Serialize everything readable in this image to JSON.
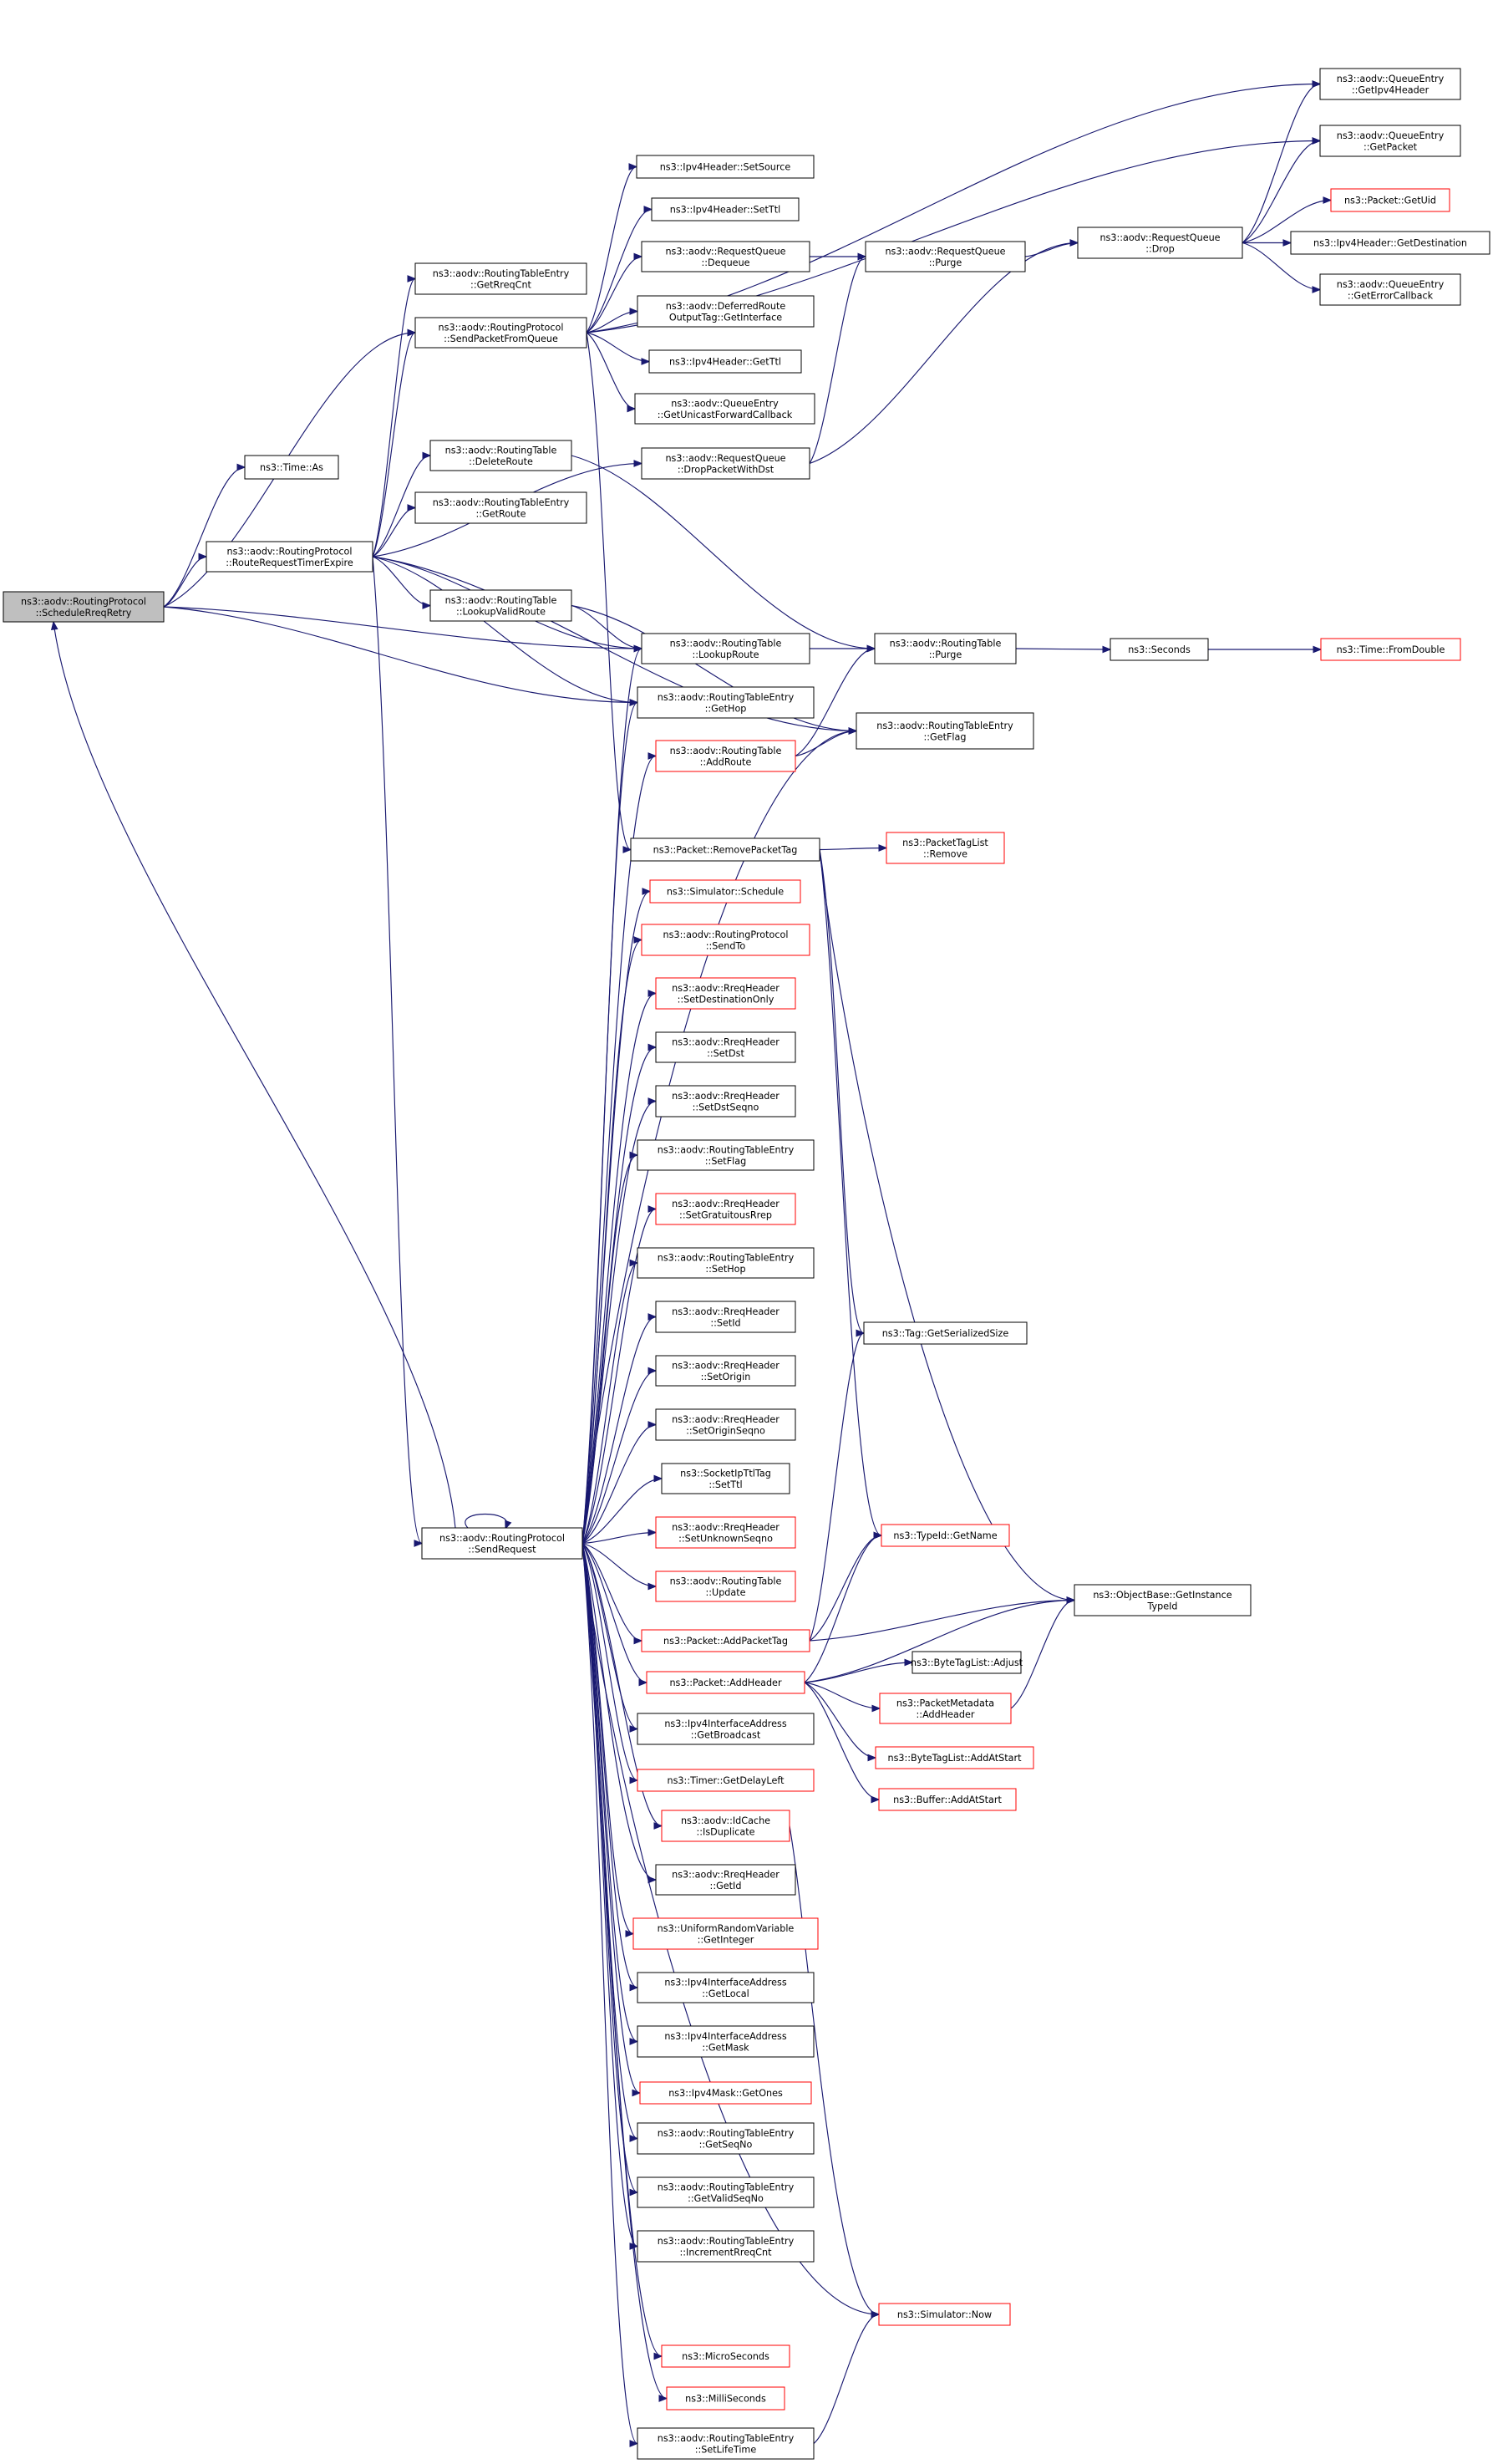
{
  "colors": {
    "edge": "#191970",
    "node_border_black": "#000000",
    "node_border_red": "#ff0000",
    "root_fill": "#bfbfbf",
    "node_fill": "#ffffff"
  },
  "nodes": [
    {
      "id": "schedrreq",
      "lines": [
        "ns3::aodv::RoutingProtocol",
        "::ScheduleRreqRetry"
      ],
      "border": "black",
      "root": true
    },
    {
      "id": "timeas",
      "lines": [
        "ns3::Time::As"
      ],
      "border": "black"
    },
    {
      "id": "rrte",
      "lines": [
        "ns3::aodv::RoutingProtocol",
        "::RouteRequestTimerExpire"
      ],
      "border": "black"
    },
    {
      "id": "getrreqcnt",
      "lines": [
        "ns3::aodv::RoutingTableEntry",
        "::GetRreqCnt"
      ],
      "border": "black"
    },
    {
      "id": "spfq",
      "lines": [
        "ns3::aodv::RoutingProtocol",
        "::SendPacketFromQueue"
      ],
      "border": "black"
    },
    {
      "id": "deleteroute",
      "lines": [
        "ns3::aodv::RoutingTable",
        "::DeleteRoute"
      ],
      "border": "black"
    },
    {
      "id": "getroute",
      "lines": [
        "ns3::aodv::RoutingTableEntry",
        "::GetRoute"
      ],
      "border": "black"
    },
    {
      "id": "lookupvalid",
      "lines": [
        "ns3::aodv::RoutingTable",
        "::LookupValidRoute"
      ],
      "border": "black"
    },
    {
      "id": "sendrequest",
      "lines": [
        "ns3::aodv::RoutingProtocol",
        "::SendRequest"
      ],
      "border": "black"
    },
    {
      "id": "setsource",
      "lines": [
        "ns3::Ipv4Header::SetSource"
      ],
      "border": "black"
    },
    {
      "id": "setttl_ip",
      "lines": [
        "ns3::Ipv4Header::SetTtl"
      ],
      "border": "black"
    },
    {
      "id": "dequeue",
      "lines": [
        "ns3::aodv::RequestQueue",
        "::Dequeue"
      ],
      "border": "black"
    },
    {
      "id": "deferred",
      "lines": [
        "ns3::aodv::DeferredRoute",
        "OutputTag::GetInterface"
      ],
      "border": "black"
    },
    {
      "id": "getttl",
      "lines": [
        "ns3::Ipv4Header::GetTtl"
      ],
      "border": "black"
    },
    {
      "id": "getucb",
      "lines": [
        "ns3::aodv::QueueEntry",
        "::GetUnicastForwardCallback"
      ],
      "border": "black"
    },
    {
      "id": "dropwithdst",
      "lines": [
        "ns3::aodv::RequestQueue",
        "::DropPacketWithDst"
      ],
      "border": "black"
    },
    {
      "id": "lookuproute",
      "lines": [
        "ns3::aodv::RoutingTable",
        "::LookupRoute"
      ],
      "border": "black"
    },
    {
      "id": "gethop",
      "lines": [
        "ns3::aodv::RoutingTableEntry",
        "::GetHop"
      ],
      "border": "black"
    },
    {
      "id": "addroute",
      "lines": [
        "ns3::aodv::RoutingTable",
        "::AddRoute"
      ],
      "border": "red"
    },
    {
      "id": "removepackettag",
      "lines": [
        "ns3::Packet::RemovePacketTag"
      ],
      "border": "black"
    },
    {
      "id": "schedule",
      "lines": [
        "ns3::Simulator::Schedule"
      ],
      "border": "red"
    },
    {
      "id": "sendto",
      "lines": [
        "ns3::aodv::RoutingProtocol",
        "::SendTo"
      ],
      "border": "red"
    },
    {
      "id": "setdestonly",
      "lines": [
        "ns3::aodv::RreqHeader",
        "::SetDestinationOnly"
      ],
      "border": "red"
    },
    {
      "id": "setdst",
      "lines": [
        "ns3::aodv::RreqHeader",
        "::SetDst"
      ],
      "border": "black"
    },
    {
      "id": "setdstseqno",
      "lines": [
        "ns3::aodv::RreqHeader",
        "::SetDstSeqno"
      ],
      "border": "black"
    },
    {
      "id": "setflag",
      "lines": [
        "ns3::aodv::RoutingTableEntry",
        "::SetFlag"
      ],
      "border": "black"
    },
    {
      "id": "setgrat",
      "lines": [
        "ns3::aodv::RreqHeader",
        "::SetGratuitousRrep"
      ],
      "border": "red"
    },
    {
      "id": "sethop",
      "lines": [
        "ns3::aodv::RoutingTableEntry",
        "::SetHop"
      ],
      "border": "black"
    },
    {
      "id": "setid",
      "lines": [
        "ns3::aodv::RreqHeader",
        "::SetId"
      ],
      "border": "black"
    },
    {
      "id": "setorigin",
      "lines": [
        "ns3::aodv::RreqHeader",
        "::SetOrigin"
      ],
      "border": "black"
    },
    {
      "id": "setoriginseqno",
      "lines": [
        "ns3::aodv::RreqHeader",
        "::SetOriginSeqno"
      ],
      "border": "black"
    },
    {
      "id": "socketttl",
      "lines": [
        "ns3::SocketIpTtlTag",
        "::SetTtl"
      ],
      "border": "black"
    },
    {
      "id": "setunknown",
      "lines": [
        "ns3::aodv::RreqHeader",
        "::SetUnknownSeqno"
      ],
      "border": "red"
    },
    {
      "id": "rtupdate",
      "lines": [
        "ns3::aodv::RoutingTable",
        "::Update"
      ],
      "border": "red"
    },
    {
      "id": "addpackettag",
      "lines": [
        "ns3::Packet::AddPacketTag"
      ],
      "border": "red"
    },
    {
      "id": "addheader",
      "lines": [
        "ns3::Packet::AddHeader"
      ],
      "border": "red"
    },
    {
      "id": "getbroadcast",
      "lines": [
        "ns3::Ipv4InterfaceAddress",
        "::GetBroadcast"
      ],
      "border": "black"
    },
    {
      "id": "getdelayleft",
      "lines": [
        "ns3::Timer::GetDelayLeft"
      ],
      "border": "red"
    },
    {
      "id": "isdup",
      "lines": [
        "ns3::aodv::IdCache",
        "::IsDuplicate"
      ],
      "border": "red"
    },
    {
      "id": "getid",
      "lines": [
        "ns3::aodv::RreqHeader",
        "::GetId"
      ],
      "border": "black"
    },
    {
      "id": "getinteger",
      "lines": [
        "ns3::UniformRandomVariable",
        "::GetInteger"
      ],
      "border": "red"
    },
    {
      "id": "getlocal",
      "lines": [
        "ns3::Ipv4InterfaceAddress",
        "::GetLocal"
      ],
      "border": "black"
    },
    {
      "id": "getmask",
      "lines": [
        "ns3::Ipv4InterfaceAddress",
        "::GetMask"
      ],
      "border": "black"
    },
    {
      "id": "getones",
      "lines": [
        "ns3::Ipv4Mask::GetOnes"
      ],
      "border": "red"
    },
    {
      "id": "getseqno",
      "lines": [
        "ns3::aodv::RoutingTableEntry",
        "::GetSeqNo"
      ],
      "border": "black"
    },
    {
      "id": "getvalidseq",
      "lines": [
        "ns3::aodv::RoutingTableEntry",
        "::GetValidSeqNo"
      ],
      "border": "black"
    },
    {
      "id": "incrreq",
      "lines": [
        "ns3::aodv::RoutingTableEntry",
        "::IncrementRreqCnt"
      ],
      "border": "black"
    },
    {
      "id": "micro",
      "lines": [
        "ns3::MicroSeconds"
      ],
      "border": "red"
    },
    {
      "id": "milli",
      "lines": [
        "ns3::MilliSeconds"
      ],
      "border": "red"
    },
    {
      "id": "setlifetime",
      "lines": [
        "ns3::aodv::RoutingTableEntry",
        "::SetLifeTime"
      ],
      "border": "black"
    },
    {
      "id": "purge_rq",
      "lines": [
        "ns3::aodv::RequestQueue",
        "::Purge"
      ],
      "border": "black"
    },
    {
      "id": "purge_rt",
      "lines": [
        "ns3::aodv::RoutingTable",
        "::Purge"
      ],
      "border": "black"
    },
    {
      "id": "getflag",
      "lines": [
        "ns3::aodv::RoutingTableEntry",
        "::GetFlag"
      ],
      "border": "black"
    },
    {
      "id": "pt_remove",
      "lines": [
        "ns3::PacketTagList",
        "::Remove"
      ],
      "border": "red"
    },
    {
      "id": "tagser",
      "lines": [
        "ns3::Tag::GetSerializedSize"
      ],
      "border": "black"
    },
    {
      "id": "typeidname",
      "lines": [
        "ns3::TypeId::GetName"
      ],
      "border": "red"
    },
    {
      "id": "btladjust",
      "lines": [
        "ns3::ByteTagList::Adjust"
      ],
      "border": "black"
    },
    {
      "id": "pmaddheader",
      "lines": [
        "ns3::PacketMetadata",
        "::AddHeader"
      ],
      "border": "red"
    },
    {
      "id": "btladdstart",
      "lines": [
        "ns3::ByteTagList::AddAtStart"
      ],
      "border": "red"
    },
    {
      "id": "bufaddstart",
      "lines": [
        "ns3::Buffer::AddAtStart"
      ],
      "border": "red"
    },
    {
      "id": "simnow",
      "lines": [
        "ns3::Simulator::Now"
      ],
      "border": "red"
    },
    {
      "id": "rqdrop",
      "lines": [
        "ns3::aodv::RequestQueue",
        "::Drop"
      ],
      "border": "black"
    },
    {
      "id": "seconds",
      "lines": [
        "ns3::Seconds"
      ],
      "border": "black"
    },
    {
      "id": "objbase",
      "lines": [
        "ns3::ObjectBase::GetInstance",
        "TypeId"
      ],
      "border": "black"
    },
    {
      "id": "qe_getipv4",
      "lines": [
        "ns3::aodv::QueueEntry",
        "::GetIpv4Header"
      ],
      "border": "black"
    },
    {
      "id": "qe_getpacket",
      "lines": [
        "ns3::aodv::QueueEntry",
        "::GetPacket"
      ],
      "border": "black"
    },
    {
      "id": "pkt_getuid",
      "lines": [
        "ns3::Packet::GetUid"
      ],
      "border": "red"
    },
    {
      "id": "ipv4_getdest",
      "lines": [
        "ns3::Ipv4Header::GetDestination"
      ],
      "border": "black"
    },
    {
      "id": "qe_geterrcb",
      "lines": [
        "ns3::aodv::QueueEntry",
        "::GetErrorCallback"
      ],
      "border": "black"
    },
    {
      "id": "fromdouble",
      "lines": [
        "ns3::Time::FromDouble"
      ],
      "border": "red"
    }
  ],
  "edges": [
    [
      "schedrreq",
      "timeas"
    ],
    [
      "schedrreq",
      "rrte"
    ],
    [
      "schedrreq",
      "spfq"
    ],
    [
      "schedrreq",
      "lookuproute"
    ],
    [
      "schedrreq",
      "gethop"
    ],
    [
      "rrte",
      "getrreqcnt"
    ],
    [
      "rrte",
      "spfq"
    ],
    [
      "rrte",
      "dropwithdst"
    ],
    [
      "rrte",
      "deleteroute"
    ],
    [
      "rrte",
      "getroute"
    ],
    [
      "rrte",
      "lookupvalid"
    ],
    [
      "rrte",
      "lookuproute"
    ],
    [
      "rrte",
      "gethop"
    ],
    [
      "rrte",
      "getflag"
    ],
    [
      "rrte",
      "sendrequest"
    ],
    [
      "spfq",
      "qe_getipv4"
    ],
    [
      "spfq",
      "qe_getpacket"
    ],
    [
      "spfq",
      "setsource"
    ],
    [
      "spfq",
      "setttl_ip"
    ],
    [
      "spfq",
      "dequeue"
    ],
    [
      "spfq",
      "deferred"
    ],
    [
      "spfq",
      "getttl"
    ],
    [
      "spfq",
      "getucb"
    ],
    [
      "spfq",
      "removepackettag"
    ],
    [
      "deleteroute",
      "purge_rt"
    ],
    [
      "lookupvalid",
      "lookuproute"
    ],
    [
      "lookupvalid",
      "getflag"
    ],
    [
      "dequeue",
      "purge_rq"
    ],
    [
      "dropwithdst",
      "purge_rq"
    ],
    [
      "dropwithdst",
      "rqdrop"
    ],
    [
      "purge_rq",
      "rqdrop"
    ],
    [
      "rqdrop",
      "qe_getipv4"
    ],
    [
      "rqdrop",
      "qe_getpacket"
    ],
    [
      "rqdrop",
      "pkt_getuid"
    ],
    [
      "rqdrop",
      "ipv4_getdest"
    ],
    [
      "rqdrop",
      "qe_geterrcb"
    ],
    [
      "lookuproute",
      "purge_rt"
    ],
    [
      "addroute",
      "purge_rt"
    ],
    [
      "addroute",
      "getflag"
    ],
    [
      "purge_rt",
      "seconds"
    ],
    [
      "seconds",
      "fromdouble"
    ],
    [
      "removepackettag",
      "pt_remove"
    ],
    [
      "removepackettag",
      "tagser"
    ],
    [
      "removepackettag",
      "typeidname"
    ],
    [
      "removepackettag",
      "objbase"
    ],
    [
      "addpackettag",
      "tagser"
    ],
    [
      "addpackettag",
      "typeidname"
    ],
    [
      "addpackettag",
      "objbase"
    ],
    [
      "addheader",
      "typeidname"
    ],
    [
      "addheader",
      "objbase"
    ],
    [
      "addheader",
      "btladjust"
    ],
    [
      "addheader",
      "pmaddheader"
    ],
    [
      "addheader",
      "btladdstart"
    ],
    [
      "addheader",
      "bufaddstart"
    ],
    [
      "pmaddheader",
      "objbase"
    ],
    [
      "isdup",
      "simnow"
    ],
    [
      "setlifetime",
      "simnow"
    ],
    [
      "sendrequest",
      "schedrreq"
    ],
    [
      "sendrequest",
      "sendrequest"
    ],
    [
      "sendrequest",
      "lookuproute"
    ],
    [
      "sendrequest",
      "gethop"
    ],
    [
      "sendrequest",
      "addroute"
    ],
    [
      "sendrequest",
      "getflag"
    ],
    [
      "sendrequest",
      "schedule"
    ],
    [
      "sendrequest",
      "sendto"
    ],
    [
      "sendrequest",
      "setdestonly"
    ],
    [
      "sendrequest",
      "setdst"
    ],
    [
      "sendrequest",
      "setdstseqno"
    ],
    [
      "sendrequest",
      "setflag"
    ],
    [
      "sendrequest",
      "setgrat"
    ],
    [
      "sendrequest",
      "sethop"
    ],
    [
      "sendrequest",
      "setid"
    ],
    [
      "sendrequest",
      "setorigin"
    ],
    [
      "sendrequest",
      "setoriginseqno"
    ],
    [
      "sendrequest",
      "socketttl"
    ],
    [
      "sendrequest",
      "setunknown"
    ],
    [
      "sendrequest",
      "rtupdate"
    ],
    [
      "sendrequest",
      "addpackettag"
    ],
    [
      "sendrequest",
      "addheader"
    ],
    [
      "sendrequest",
      "getbroadcast"
    ],
    [
      "sendrequest",
      "getdelayleft"
    ],
    [
      "sendrequest",
      "isdup"
    ],
    [
      "sendrequest",
      "getid"
    ],
    [
      "sendrequest",
      "getinteger"
    ],
    [
      "sendrequest",
      "getlocal"
    ],
    [
      "sendrequest",
      "getmask"
    ],
    [
      "sendrequest",
      "getones"
    ],
    [
      "sendrequest",
      "getseqno"
    ],
    [
      "sendrequest",
      "getvalidseq"
    ],
    [
      "sendrequest",
      "incrreq"
    ],
    [
      "sendrequest",
      "simnow"
    ],
    [
      "sendrequest",
      "micro"
    ],
    [
      "sendrequest",
      "milli"
    ],
    [
      "sendrequest",
      "setlifetime"
    ]
  ]
}
